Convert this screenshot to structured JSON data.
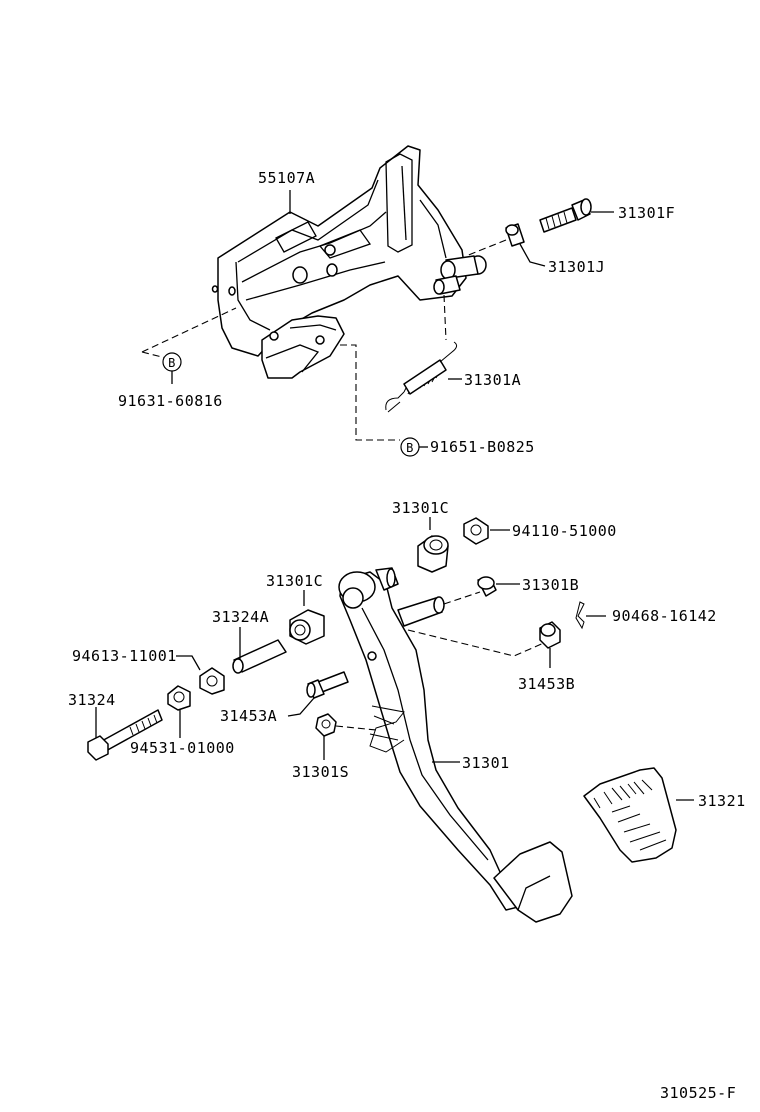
{
  "diagram_code": "310525-F",
  "circle_marker": "B",
  "parts": {
    "p55107A": "55107A",
    "p31301F": "31301F",
    "p31301J": "31301J",
    "p31301A": "31301A",
    "p91631": "91631-60816",
    "p91651": "91651-B0825",
    "p31301C_top": "31301C",
    "p94110": "94110-51000",
    "p31301C_left": "31301C",
    "p31301B": "31301B",
    "p31324A": "31324A",
    "p90468": "90468-16142",
    "p94613": "94613-11001",
    "p31453B": "31453B",
    "p31324": "31324",
    "p31453A": "31453A",
    "p94531": "94531-01000",
    "p31301S": "31301S",
    "p31301": "31301",
    "p31321": "31321"
  }
}
